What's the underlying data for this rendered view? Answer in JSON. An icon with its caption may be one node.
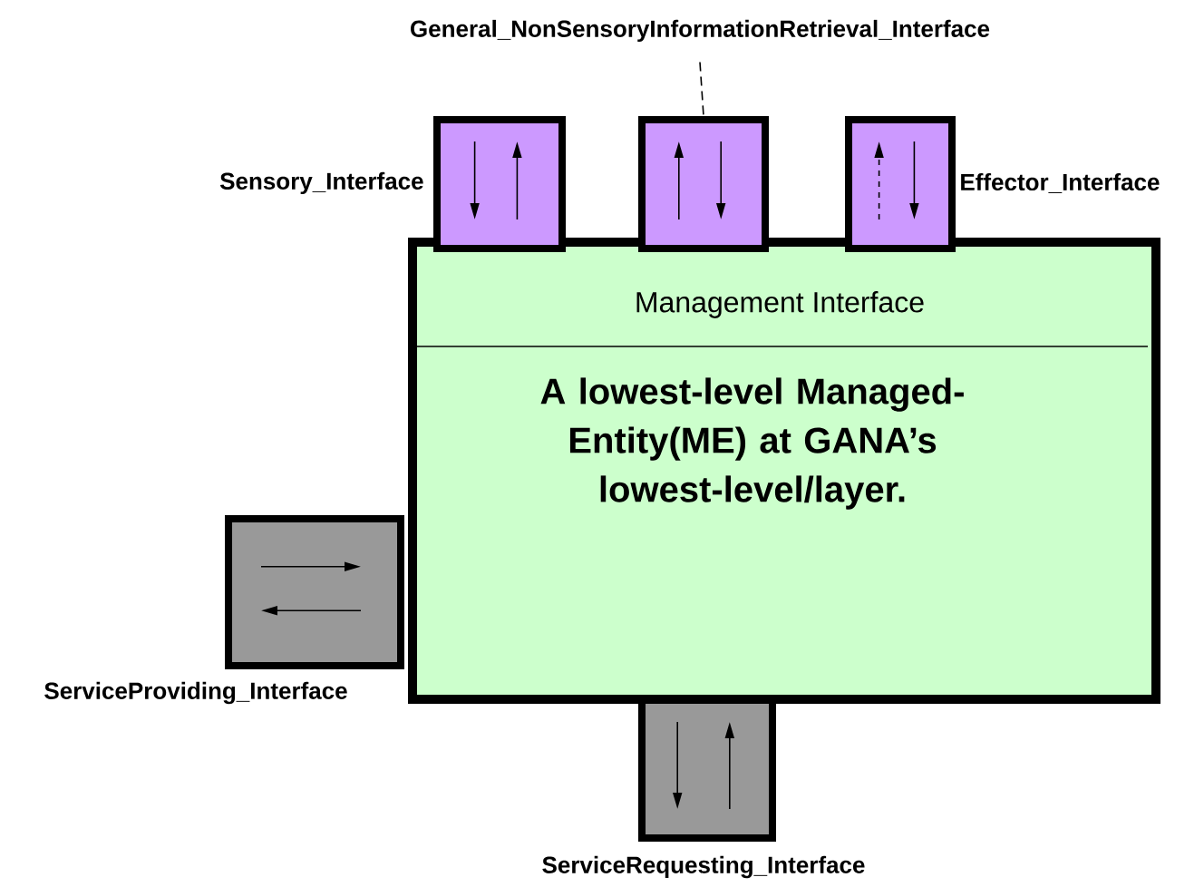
{
  "diagram": {
    "nodes": [
      {
        "text": [
          "Management Interface",
          "A lowest-level Managed-Entity(ME) at GANA’s lowest-level/layer."
        ]
      },
      {
        "text": [],
        "shape": "box",
        "beside": [
          "Sensory_Interface"
        ]
      },
      {
        "text": [],
        "shape": "box"
      },
      {
        "text": [],
        "shape": "box",
        "beside": [
          "Effector_Interface"
        ]
      },
      {
        "text": [],
        "shape": "box",
        "beside": [
          "ServiceProviding_Interface"
        ]
      },
      {
        "text": [],
        "shape": "box",
        "beside": [
          "ServiceRequesting_Interface"
        ]
      },
      {
        "text": [
          "General_NonSensoryInformationRetrieval_Interface"
        ]
      }
    ],
    "edges": [
      {
        "from": 6,
        "to": 2,
        "arrow": "none",
        "style": "dashed"
      }
    ]
  }
}
